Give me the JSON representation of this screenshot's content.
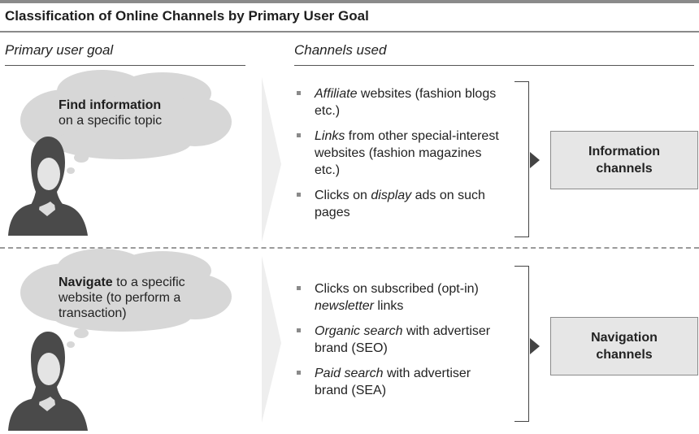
{
  "title": "Classification of Online Channels by Primary User Goal",
  "columns": {
    "left": "Primary user goal",
    "right": "Channels used"
  },
  "rows": [
    {
      "goal": {
        "emphasis": "Find information",
        "rest": "on a specific topic"
      },
      "channels": [
        {
          "em": "Affiliate",
          "rest": " websites (fashion blogs etc.)"
        },
        {
          "em": "Links",
          "rest": " from other special-interest websites (fashion magazines etc.)"
        },
        {
          "pre": "Clicks on ",
          "em": "display",
          "rest": " ads on such pages"
        }
      ],
      "category": "Information\nchannels"
    },
    {
      "goal": {
        "emphasis": "Navigate",
        "rest": " to a specific website (to perform a transaction)"
      },
      "channels": [
        {
          "pre": "Clicks on subscribed (opt-in) ",
          "em": "newsletter",
          "rest": " links"
        },
        {
          "em": "Organic search",
          "rest": " with advertiser brand (SEO)"
        },
        {
          "em": "Paid search",
          "rest": " with advertiser brand (SEA)"
        }
      ],
      "category": "Navigation\nchannels"
    }
  ],
  "colors": {
    "rule": "#8a8a8a",
    "cloud": "#d7d7d7",
    "chevron": "#eeeeee",
    "box_fill": "#e6e6e6",
    "figure": "#4a4a4a"
  }
}
